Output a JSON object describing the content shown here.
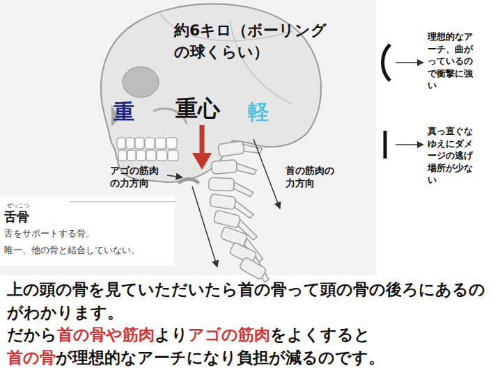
{
  "diagram": {
    "labels": [
      "約6キロ（ボーリングの球くらい）",
      "重",
      "重心",
      "軽",
      "アゴの筋肉の力方向",
      "首の筋肉の力方向",
      "ぜっこつ",
      "舌骨",
      "舌をサポートする骨。",
      "唯一、他の骨と結合していない。",
      "上の頭の骨を見ていただいたら首の骨って頭の骨の後ろにあるのがわかります。",
      "だから",
      "首の骨や筋肉",
      "より",
      "アゴの筋肉",
      "をよくすると",
      "首の骨",
      "が理想的なアーチになり負担が減るのです。"
    ],
    "legend": [
      {
        "text": "理想的なアーチ、曲がっているので衝撃に強い"
      },
      {
        "text": "真っ直ぐなゆえにダメージの逃げ場所が少ない"
      }
    ]
  }
}
